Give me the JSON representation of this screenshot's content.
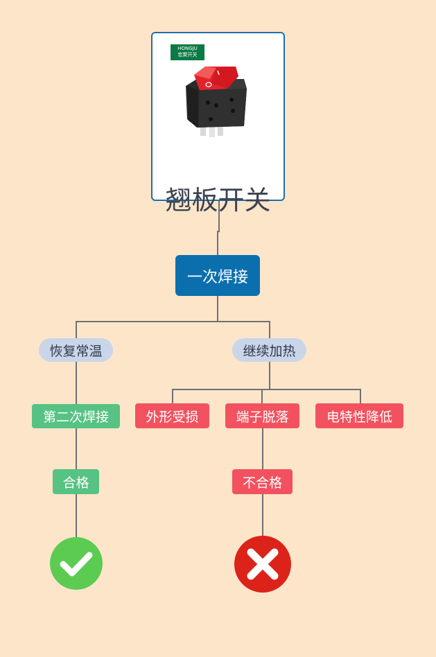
{
  "root": {
    "title": "翘板开关",
    "logo": {
      "brand": "HONGJU",
      "brand_cn": "宏聚开关"
    }
  },
  "step1": "一次焊接",
  "branches": {
    "left": "恢复常温",
    "right": "继续加热"
  },
  "left_path": {
    "step": "第二次焊接",
    "result": "合格",
    "result_icon": "check-icon"
  },
  "right_path": {
    "effects": [
      "外形受损",
      "端子脱落",
      "电特性降低"
    ],
    "result": "不合格",
    "result_icon": "cross-icon"
  },
  "colors": {
    "background": "#fde5ca",
    "primary": "#0b6fae",
    "branch": "#c9d6ea",
    "success": "#56c283",
    "failure": "#f2525f",
    "check_badge": "#5ccb52",
    "cross_badge": "#dc2319"
  }
}
